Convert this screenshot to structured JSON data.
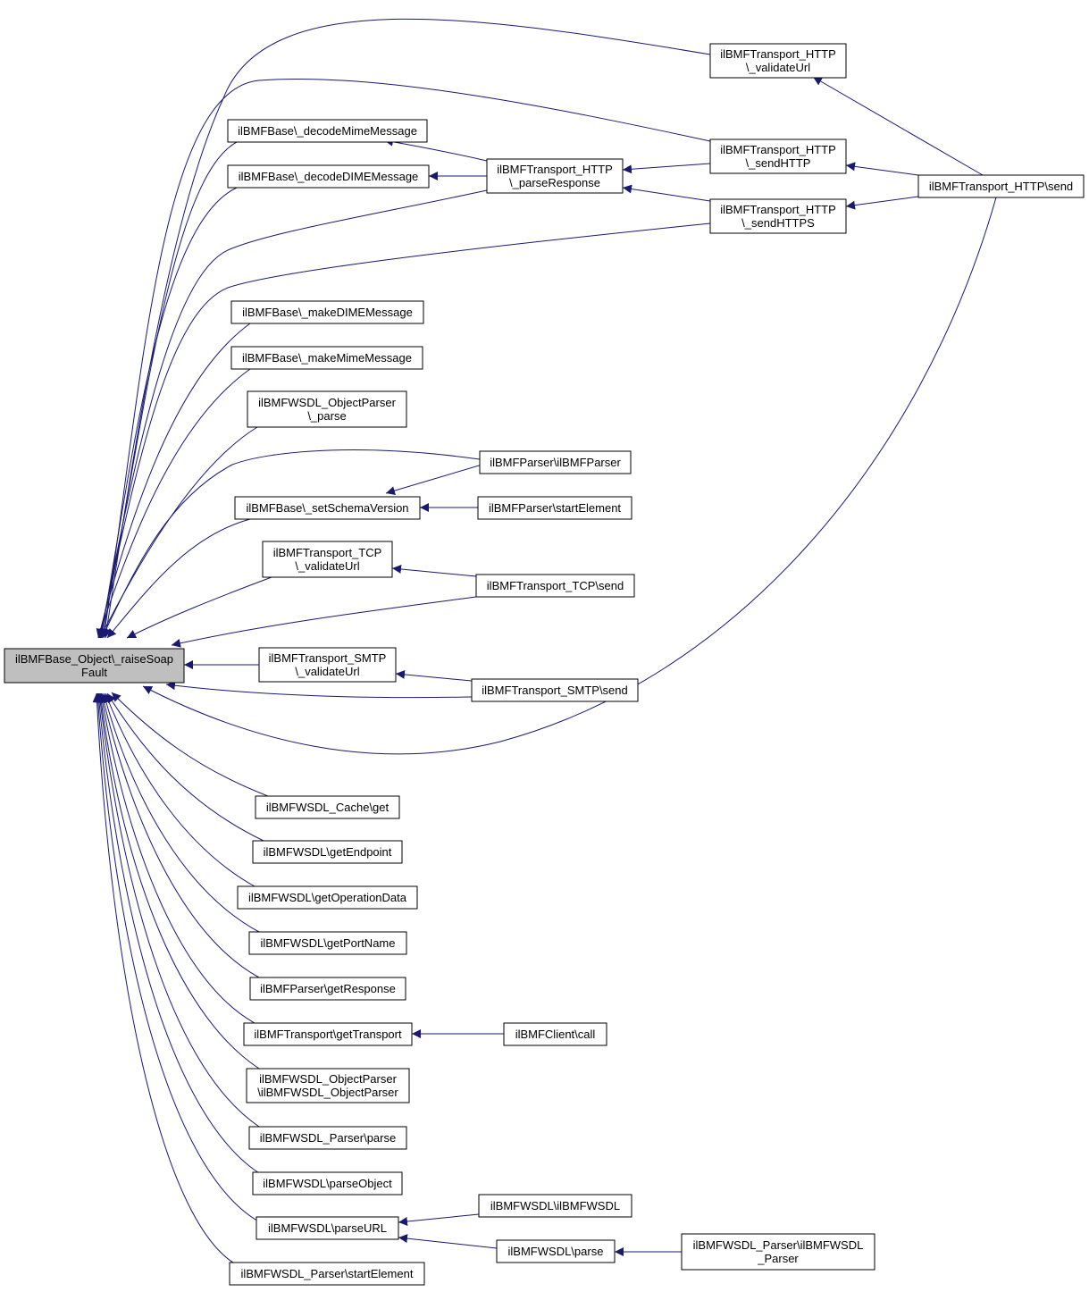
{
  "graph": {
    "root_label": "ilBMFBase_Object\\_raiseSoap\nFault",
    "edge_color": "#191970",
    "root_fill": "#bfbfbf",
    "node_labels": {
      "validateUrlHTTP": "ilBMFTransport_HTTP\n\\_validateUrl",
      "decodeMime": "ilBMFBase\\_decodeMimeMessage",
      "decodeDIME": "ilBMFBase\\_decodeDIMEMessage",
      "parseResponse": "ilBMFTransport_HTTP\n\\_parseResponse",
      "sendHTTP": "ilBMFTransport_HTTP\n\\_sendHTTP",
      "sendHTTPS": "ilBMFTransport_HTTP\n\\_sendHTTPS",
      "httpSend": "ilBMFTransport_HTTP\\send",
      "makeDIME": "ilBMFBase\\_makeDIMEMessage",
      "makeMime": "ilBMFBase\\_makeMimeMessage",
      "objParserParse": "ilBMFWSDL_ObjectParser\n\\_parse",
      "bmfParserCtor": "ilBMFParser\\ilBMFParser",
      "setSchemaVersion": "ilBMFBase\\_setSchemaVersion",
      "parserStartElement": "ilBMFParser\\startElement",
      "validateUrlTCP": "ilBMFTransport_TCP\n\\_validateUrl",
      "tcpSend": "ilBMFTransport_TCP\\send",
      "validateUrlSMTP": "ilBMFTransport_SMTP\n\\_validateUrl",
      "smtpSend": "ilBMFTransport_SMTP\\send",
      "cacheGet": "ilBMFWSDL_Cache\\get",
      "getEndpoint": "ilBMFWSDL\\getEndpoint",
      "getOperationData": "ilBMFWSDL\\getOperationData",
      "getPortName": "ilBMFWSDL\\getPortName",
      "getResponse": "ilBMFParser\\getResponse",
      "getTransport": "ilBMFTransport\\getTransport",
      "clientCall": "ilBMFClient\\call",
      "objParserCtor": "ilBMFWSDL_ObjectParser\n\\ilBMFWSDL_ObjectParser",
      "wsdlParserParse": "ilBMFWSDL_Parser\\parse",
      "parseObject": "ilBMFWSDL\\parseObject",
      "parseURL": "ilBMFWSDL\\parseURL",
      "wsdlCtor": "ilBMFWSDL\\ilBMFWSDL",
      "wsdlParse": "ilBMFWSDL\\parse",
      "wsdlParserCtor": "ilBMFWSDL_Parser\\ilBMFWSDL\n_Parser",
      "wsdlParserStartElement": "ilBMFWSDL_Parser\\startElement"
    },
    "edges": [
      [
        "validateUrlHTTP",
        "root"
      ],
      [
        "sendHTTP",
        "root"
      ],
      [
        "decodeMime",
        "root"
      ],
      [
        "decodeDIME",
        "root"
      ],
      [
        "parseResponse",
        "root"
      ],
      [
        "sendHTTPS",
        "root"
      ],
      [
        "makeDIME",
        "root"
      ],
      [
        "makeMime",
        "root"
      ],
      [
        "objParserParse",
        "root"
      ],
      [
        "bmfParserCtor",
        "root"
      ],
      [
        "setSchemaVersion",
        "root"
      ],
      [
        "validateUrlTCP",
        "root"
      ],
      [
        "tcpSend",
        "root"
      ],
      [
        "validateUrlSMTP",
        "root"
      ],
      [
        "smtpSend",
        "root"
      ],
      [
        "httpSend",
        "root"
      ],
      [
        "cacheGet",
        "root"
      ],
      [
        "getEndpoint",
        "root"
      ],
      [
        "getOperationData",
        "root"
      ],
      [
        "getPortName",
        "root"
      ],
      [
        "getResponse",
        "root"
      ],
      [
        "getTransport",
        "root"
      ],
      [
        "objParserCtor",
        "root"
      ],
      [
        "wsdlParserParse",
        "root"
      ],
      [
        "parseObject",
        "root"
      ],
      [
        "parseURL",
        "root"
      ],
      [
        "wsdlParserStartElement",
        "root"
      ],
      [
        "parseResponse",
        "decodeMime"
      ],
      [
        "parseResponse",
        "decodeDIME"
      ],
      [
        "sendHTTP",
        "parseResponse"
      ],
      [
        "sendHTTPS",
        "parseResponse"
      ],
      [
        "httpSend",
        "validateUrlHTTP"
      ],
      [
        "httpSend",
        "sendHTTP"
      ],
      [
        "httpSend",
        "sendHTTPS"
      ],
      [
        "bmfParserCtor",
        "setSchemaVersion"
      ],
      [
        "parserStartElement",
        "setSchemaVersion"
      ],
      [
        "tcpSend",
        "validateUrlTCP"
      ],
      [
        "smtpSend",
        "validateUrlSMTP"
      ],
      [
        "clientCall",
        "getTransport"
      ],
      [
        "wsdlCtor",
        "parseURL"
      ],
      [
        "wsdlParse",
        "parseURL"
      ],
      [
        "wsdlParserCtor",
        "wsdlParse"
      ]
    ]
  }
}
